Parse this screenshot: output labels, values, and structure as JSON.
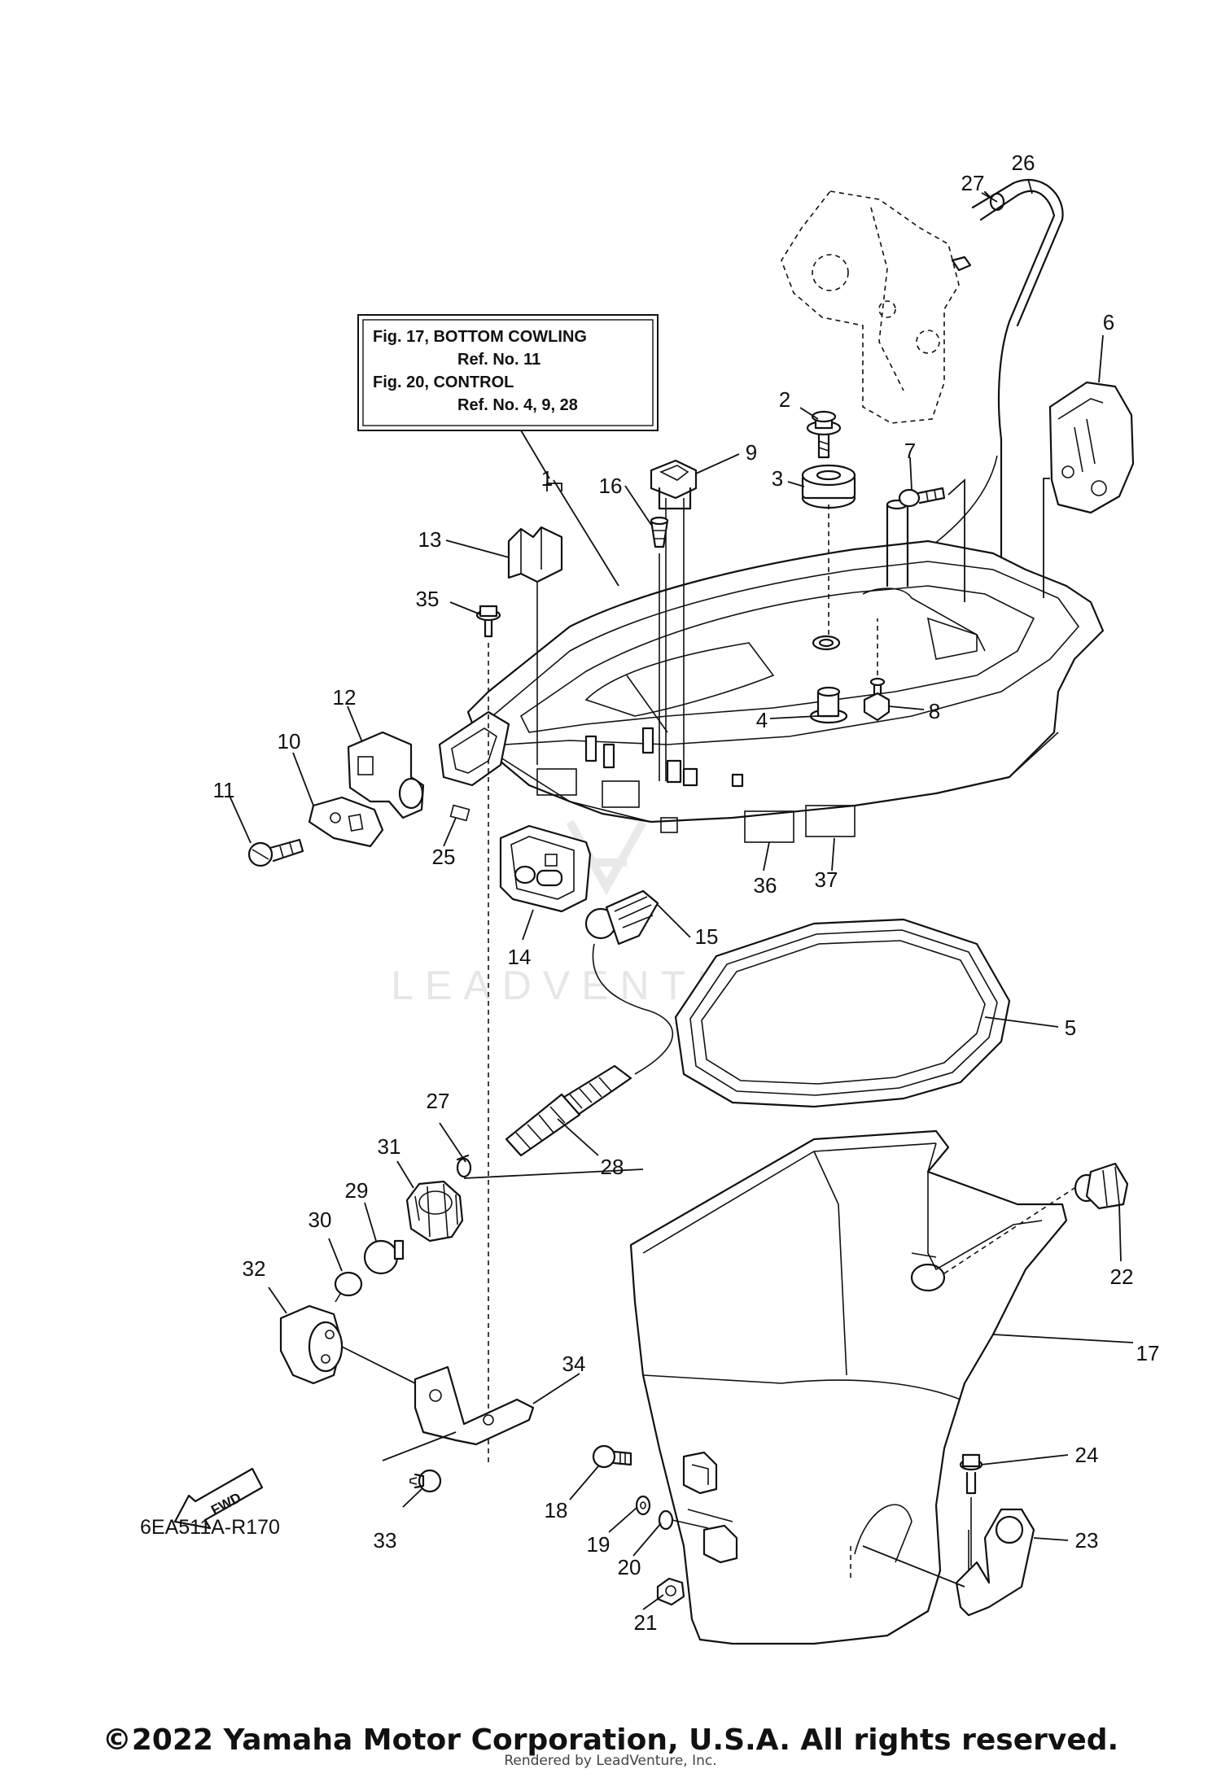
{
  "reference_box": {
    "lines": [
      "Fig. 17, BOTTOM COWLING",
      "Ref. No. 11",
      "Fig. 20, CONTROL",
      "Ref. No. 4, 9, 28"
    ]
  },
  "callouts": [
    {
      "id": "1",
      "label": "1"
    },
    {
      "id": "2",
      "label": "2"
    },
    {
      "id": "3",
      "label": "3"
    },
    {
      "id": "4",
      "label": "4"
    },
    {
      "id": "5",
      "label": "5"
    },
    {
      "id": "6",
      "label": "6"
    },
    {
      "id": "7",
      "label": "7"
    },
    {
      "id": "8",
      "label": "8"
    },
    {
      "id": "9",
      "label": "9"
    },
    {
      "id": "10",
      "label": "10"
    },
    {
      "id": "11",
      "label": "11"
    },
    {
      "id": "12",
      "label": "12"
    },
    {
      "id": "13",
      "label": "13"
    },
    {
      "id": "14",
      "label": "14"
    },
    {
      "id": "15",
      "label": "15"
    },
    {
      "id": "16",
      "label": "16"
    },
    {
      "id": "17",
      "label": "17"
    },
    {
      "id": "18",
      "label": "18"
    },
    {
      "id": "19",
      "label": "19"
    },
    {
      "id": "20",
      "label": "20"
    },
    {
      "id": "21",
      "label": "21"
    },
    {
      "id": "22",
      "label": "22"
    },
    {
      "id": "23",
      "label": "23"
    },
    {
      "id": "24",
      "label": "24"
    },
    {
      "id": "25",
      "label": "25"
    },
    {
      "id": "26",
      "label": "26"
    },
    {
      "id": "27a",
      "label": "27"
    },
    {
      "id": "27b",
      "label": "27"
    },
    {
      "id": "28",
      "label": "28"
    },
    {
      "id": "29",
      "label": "29"
    },
    {
      "id": "30",
      "label": "30"
    },
    {
      "id": "31",
      "label": "31"
    },
    {
      "id": "32",
      "label": "32"
    },
    {
      "id": "33",
      "label": "33"
    },
    {
      "id": "34",
      "label": "34"
    },
    {
      "id": "35",
      "label": "35"
    },
    {
      "id": "36",
      "label": "36"
    },
    {
      "id": "37",
      "label": "37"
    }
  ],
  "fwd_label": "FWD",
  "diagram_code": "6EA511A-R170",
  "watermark": "LEADVENTURE",
  "copyright": "©2022 Yamaha Motor Corporation, U.S.A. All rights reserved.",
  "rendered_by": "Rendered by LeadVenture, Inc."
}
